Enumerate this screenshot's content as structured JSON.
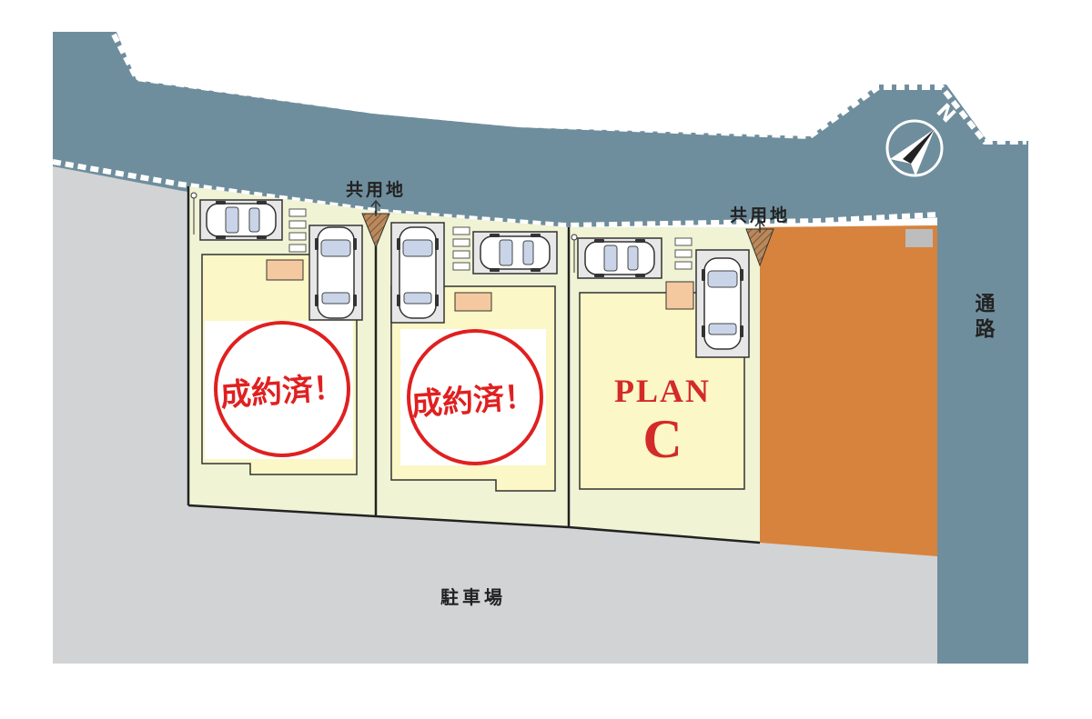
{
  "labels": {
    "common_land_1": "共用地",
    "common_land_2": "共用地",
    "side_road": "通路",
    "parking_lot": "駐車場"
  },
  "lots": [
    {
      "status": "成約済！"
    },
    {
      "status": "成約済！"
    },
    {
      "plan_word": "PLAN",
      "plan_letter": "C"
    }
  ],
  "compass": {
    "north_letter": "N"
  },
  "colors": {
    "road": "#6f8e9d",
    "parking_lot": "#d2d3d5",
    "lot_fill": "#f0f3d4",
    "house": "#fbf7c6",
    "neighbor_lot": "#d7833d",
    "sold_stamp": "#e02020",
    "plan_text": "#d32a2a",
    "hatched_marker": "#b9895c"
  }
}
